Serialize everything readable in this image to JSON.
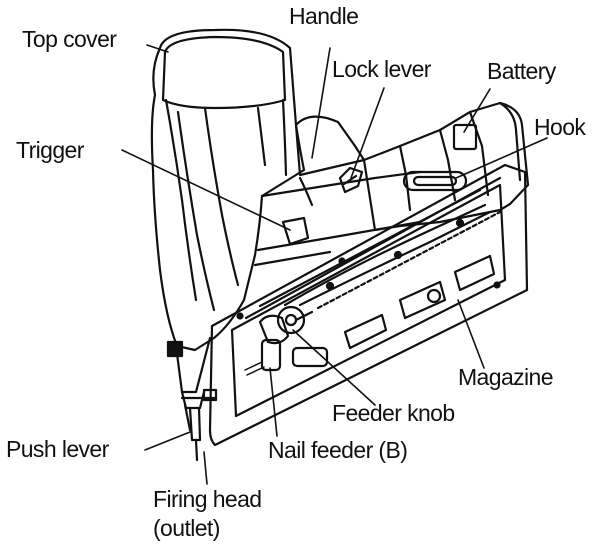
{
  "labels": {
    "top_cover": "Top cover",
    "handle": "Handle",
    "lock_lever": "Lock lever",
    "battery": "Battery",
    "trigger": "Trigger",
    "hook": "Hook",
    "magazine": "Magazine",
    "feeder_knob": "Feeder knob",
    "nail_feeder_b": "Nail feeder (B)",
    "push_lever": "Push lever",
    "firing_head": "Firing head",
    "outlet": "(outlet)"
  },
  "colors": {
    "ink": "#111111",
    "background": "#ffffff"
  }
}
